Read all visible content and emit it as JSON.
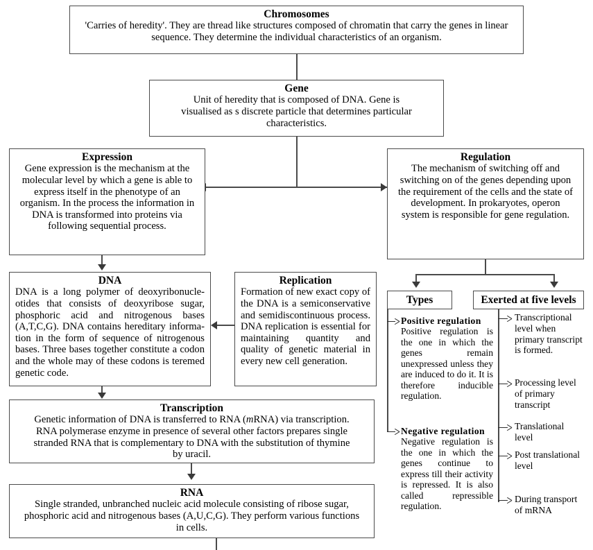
{
  "diagram": {
    "title": "Gene expression and regulation flowchart",
    "boxes": {
      "chromosomes": {
        "heading": "Chromosomes",
        "body": "'Carries of heredity'. They are thread like structures composed of chromatin that carry the genes in linear sequence. They determine the individual characteristics of an organism."
      },
      "gene": {
        "heading": "Gene",
        "body": "Unit of heredity that is composed of DNA. Gene is visualised as s discrete particle that determines particular characteristics."
      },
      "expression": {
        "heading": "Expression",
        "body": "Gene expression is the mechanism at the molecular level by which a gene is able to express itself in the phenotype of an organism. In the process the information in DNA is transformed into proteins via following sequential process."
      },
      "regulation": {
        "heading": "Regulation",
        "body": "The mechanism of switching off and switching on of the genes depending upon the requirement of the cells and the state of development. In prokaryotes, operon system is responsible for gene regulation."
      },
      "dna": {
        "heading": "DNA",
        "body": "DNA is a long polymer of deoxyribonucle-otides that consists of deoxyribose sugar, phosphoric acid and nitrogenous bases (A,T,C,G). DNA contains hereditary informa-tion in the form of sequence of nitrogenous bases. Three bases together constitute a codon and the whole may of these codons is teremed genetic code."
      },
      "replication": {
        "heading": "Replication",
        "body": "Formation of new exact copy of the DNA is a semiconservative and semidiscontinuous process. DNA replication is essential for maintaining quantity and quality of genetic material in every new cell generation."
      },
      "transcription": {
        "heading": "Transcription",
        "body_line1": "Genetic information of DNA is  transferred to RNA (",
        "body_mrna": "m",
        "body_line2": "RNA) via transcription. RNA polymerase enzyme in presence of several other factors prepares single stranded RNA that is complementary to DNA with the substitution of thymine by uracil."
      },
      "rna": {
        "heading": "RNA",
        "body": "Single stranded, unbranched nucleic acid molecule consisting of ribose sugar, phosphoric acid and nitrogenous bases (A,U,C,G). They perform various functions in cells."
      },
      "types": {
        "heading": "Types"
      },
      "levels": {
        "heading": "Exerted at five levels"
      }
    },
    "types_items": [
      {
        "title": "Positive regulation",
        "body": "Positive regulation is the one in which the genes remain unexpressed unless they are induced to do it. It is therefore inducible regulation."
      },
      {
        "title": "Negative regulation",
        "body": "Negative regulation is the one in which the genes continue to express till their activity is repressed. It is also called repressible regulation."
      }
    ],
    "levels_items": [
      "Transcriptional level when primary transcript is formed.",
      "Processing level of primary transcript",
      "Translational level",
      "Post translational level",
      "During transport of mRNA"
    ],
    "colors": {
      "box_border": "#4a4a4a",
      "arrow": "#3a3a3a",
      "text": "#000000",
      "background": "#ffffff"
    }
  }
}
